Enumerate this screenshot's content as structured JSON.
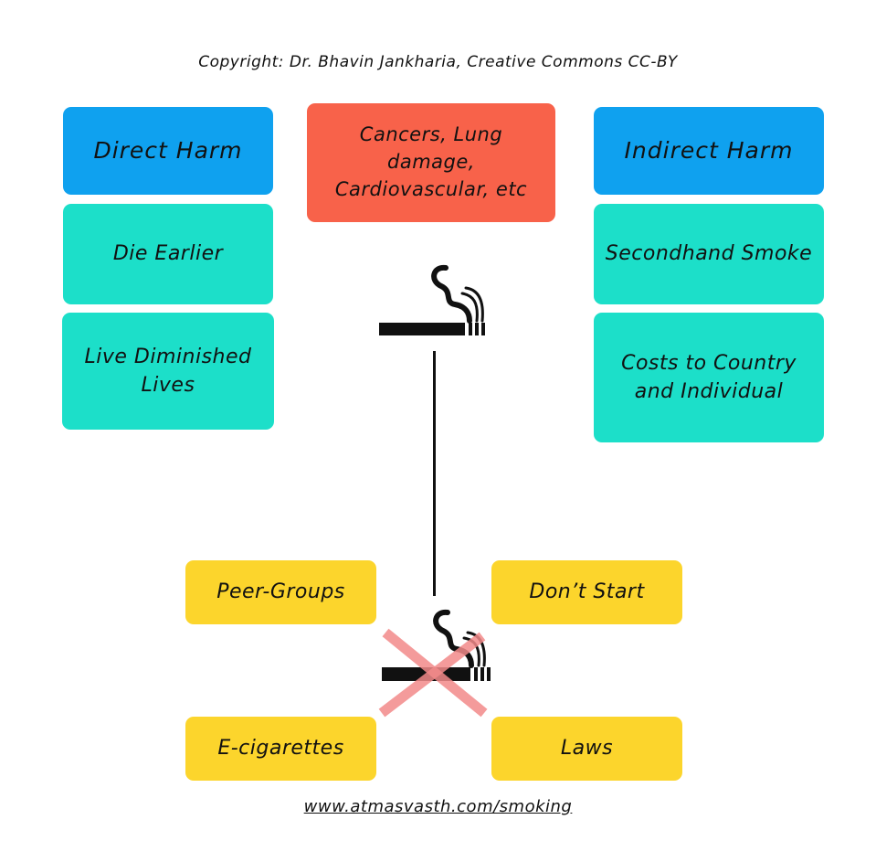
{
  "copyright": "Copyright: Dr. Bhavin Jankharia, Creative Commons CC-BY",
  "left_column": {
    "header": "Direct Harm",
    "items": [
      "Die Earlier",
      "Live Diminished Lives"
    ]
  },
  "center": {
    "effects": "Cancers, Lung damage, Cardiovascular, etc"
  },
  "right_column": {
    "header": "Indirect Harm",
    "items": [
      "Secondhand Smoke",
      "Costs to Country and Individual"
    ]
  },
  "prevention": {
    "top_left": "Peer-Groups",
    "top_right": "Don’t Start",
    "bottom_left": "E-cigarettes",
    "bottom_right": "Laws"
  },
  "icons": {
    "top": "smoking-icon",
    "bottom": "no-smoking-icon"
  },
  "colors": {
    "header_blue": "#0fa1ef",
    "teal": "#1cdfc9",
    "red": "#f8624a",
    "yellow": "#fcd52c",
    "cross": "#f28a8a"
  },
  "url": "www.atmasvasth.com/smoking"
}
